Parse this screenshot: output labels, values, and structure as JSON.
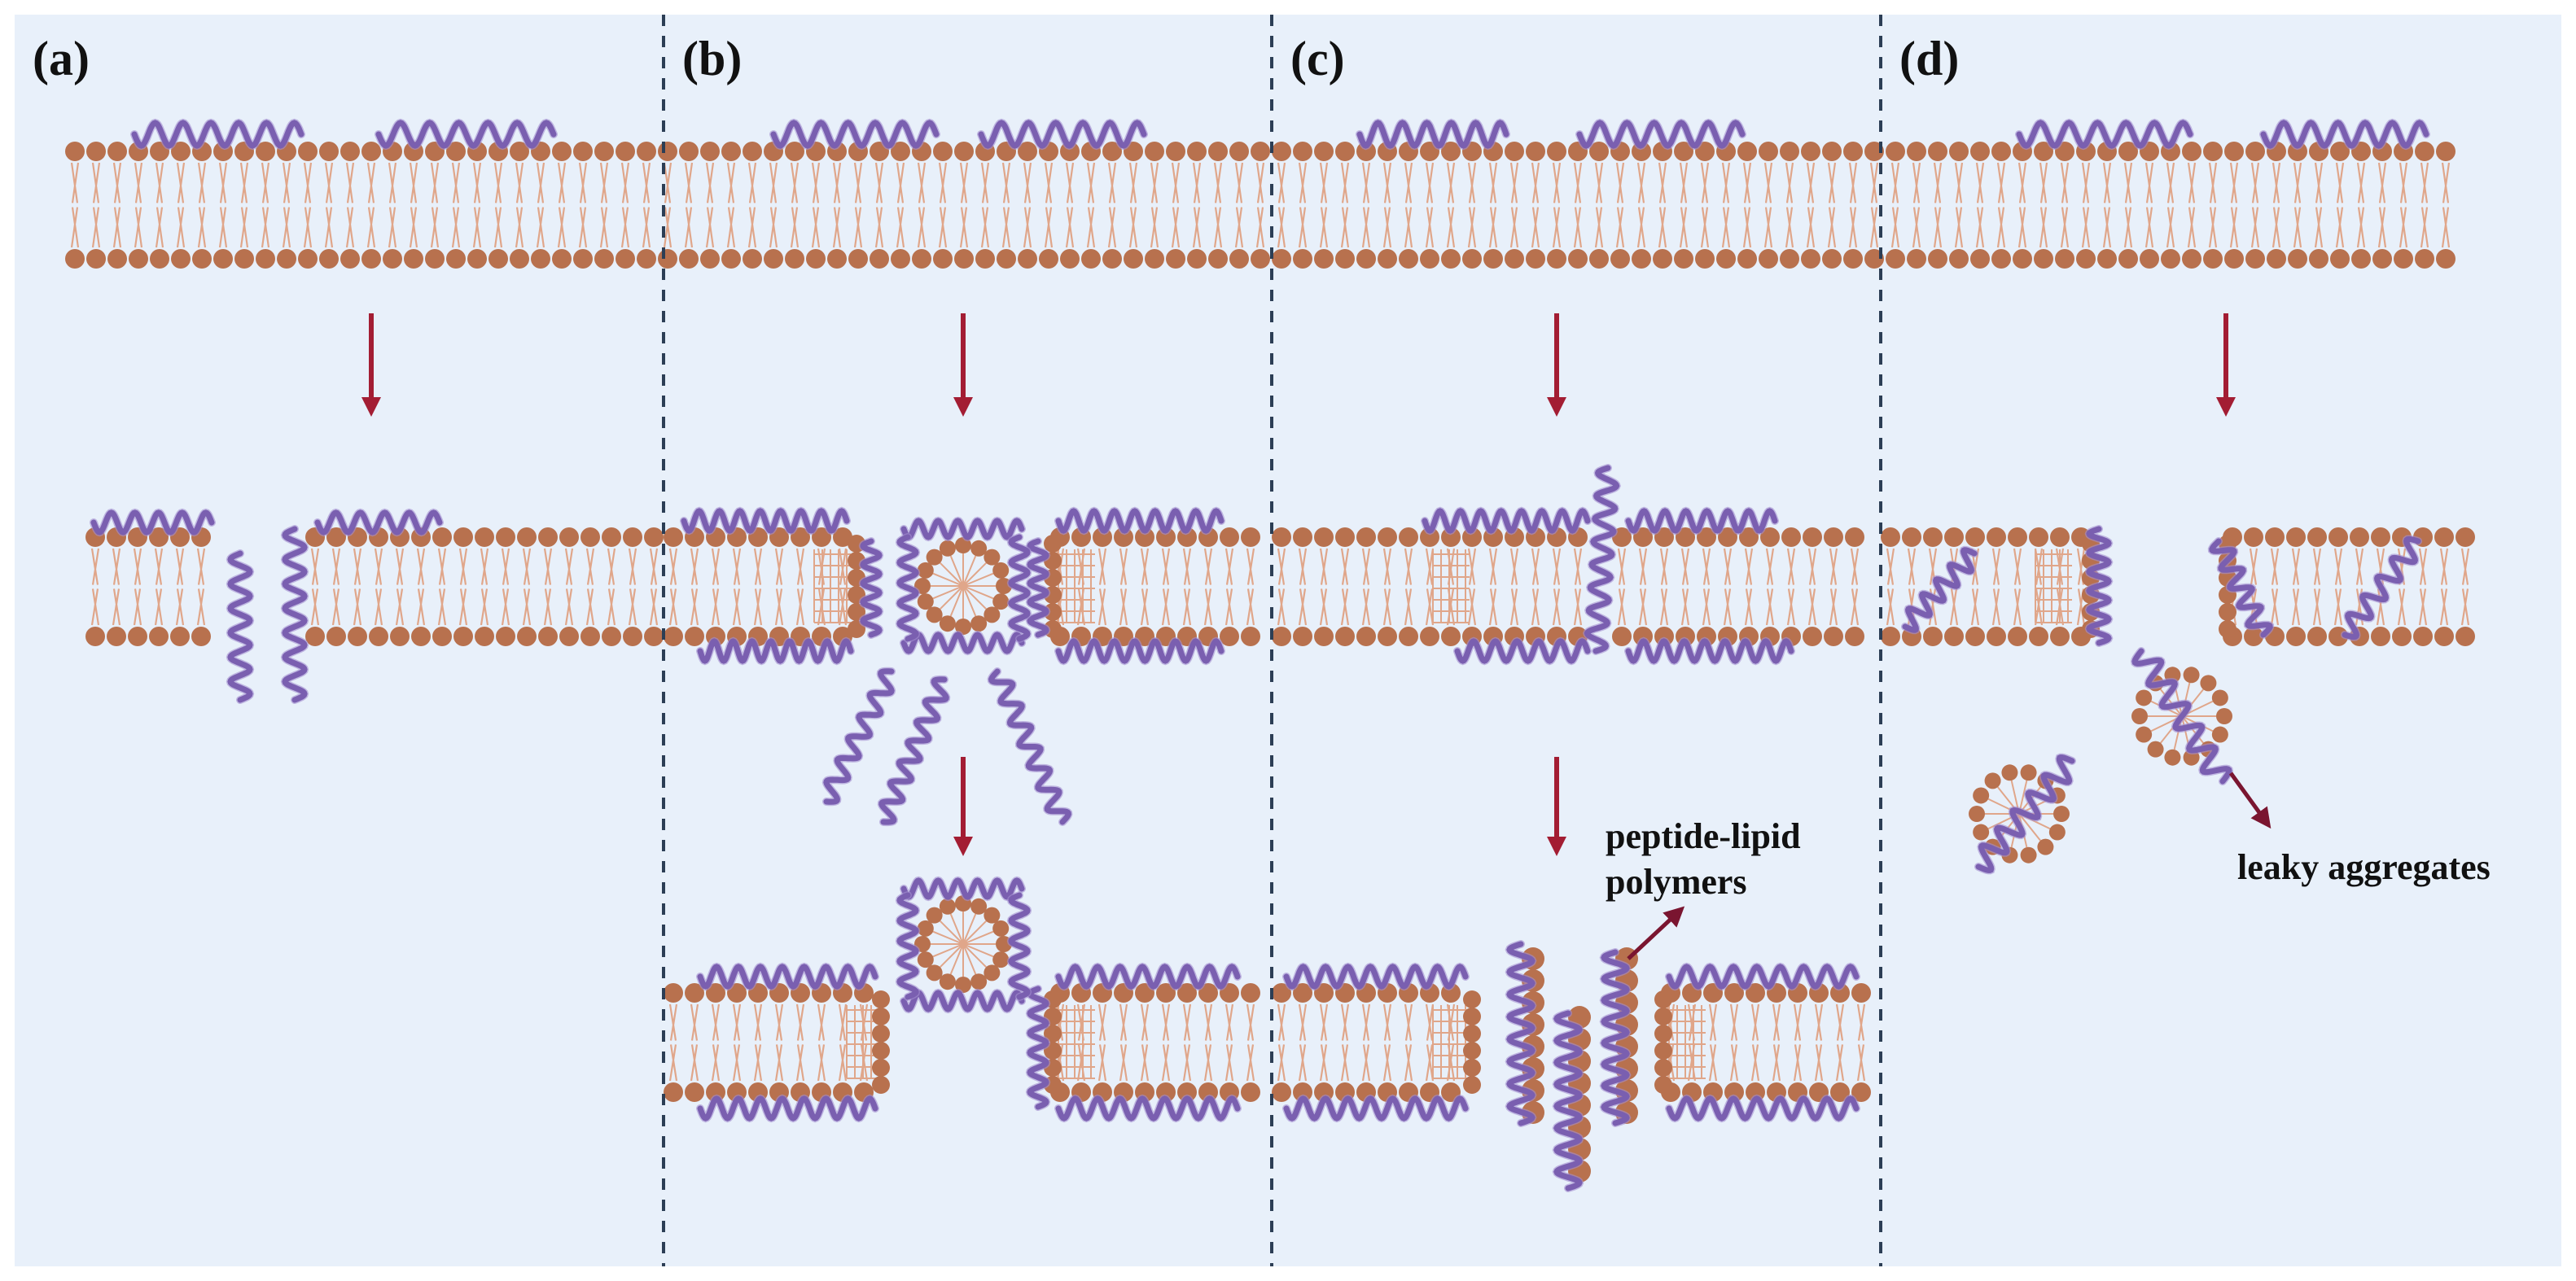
{
  "panels": [
    {
      "id": "a",
      "label": "(a)"
    },
    {
      "id": "b",
      "label": "(b)"
    },
    {
      "id": "c",
      "label": "(c)"
    },
    {
      "id": "d",
      "label": "(d)"
    }
  ],
  "annotations": {
    "peptide_lipid_line1": "peptide-lipid",
    "peptide_lipid_line2": "polymers",
    "leaky_aggregates": "leaky aggregates"
  },
  "colors": {
    "background": "#e8f0fa",
    "lipid_head": "#b8714e",
    "lipid_tail": "#e0a68a",
    "peptide": "#7a5fb0",
    "peptide_light": "#a48fd0",
    "arrow": "#a31d33",
    "annotation_arrow": "#7a1530",
    "divider": "#2c3e55"
  },
  "icons": {
    "peptide": "alpha-helix",
    "lipid": "phospholipid",
    "step": "down-arrow"
  }
}
